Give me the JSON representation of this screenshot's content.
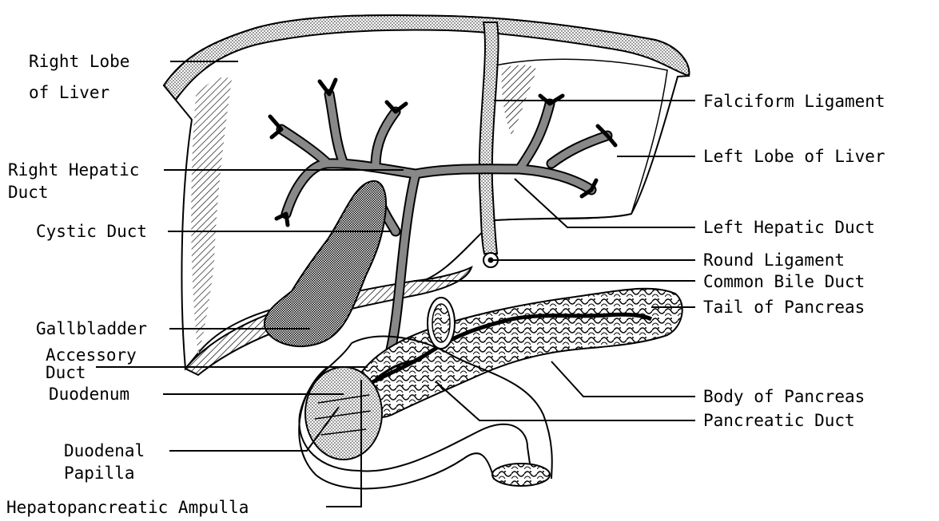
{
  "diagram": {
    "labels": {
      "right_lobe_1": "Right Lobe",
      "right_lobe_2": "of Liver",
      "right_hepatic_1": "Right Hepatic",
      "right_hepatic_2": "Duct",
      "cystic_duct": "Cystic Duct",
      "gallbladder": "Gallbladder",
      "accessory_1": "Accessory",
      "accessory_2": "Duct",
      "duodenum": "Duodenum",
      "papilla_1": "Duodenal",
      "papilla_2": "Papilla",
      "ampulla": "Hepatopancreatic Ampulla",
      "falciform": "Falciform Ligament",
      "left_lobe": "Left Lobe of Liver",
      "left_hepatic": "Left Hepatic Duct",
      "round_ligament": "Round Ligament",
      "common_bile": "Common Bile Duct",
      "tail_pancreas": "Tail of Pancreas",
      "body_pancreas": "Body of Pancreas",
      "pancreatic_duct": "Pancreatic Duct"
    }
  }
}
